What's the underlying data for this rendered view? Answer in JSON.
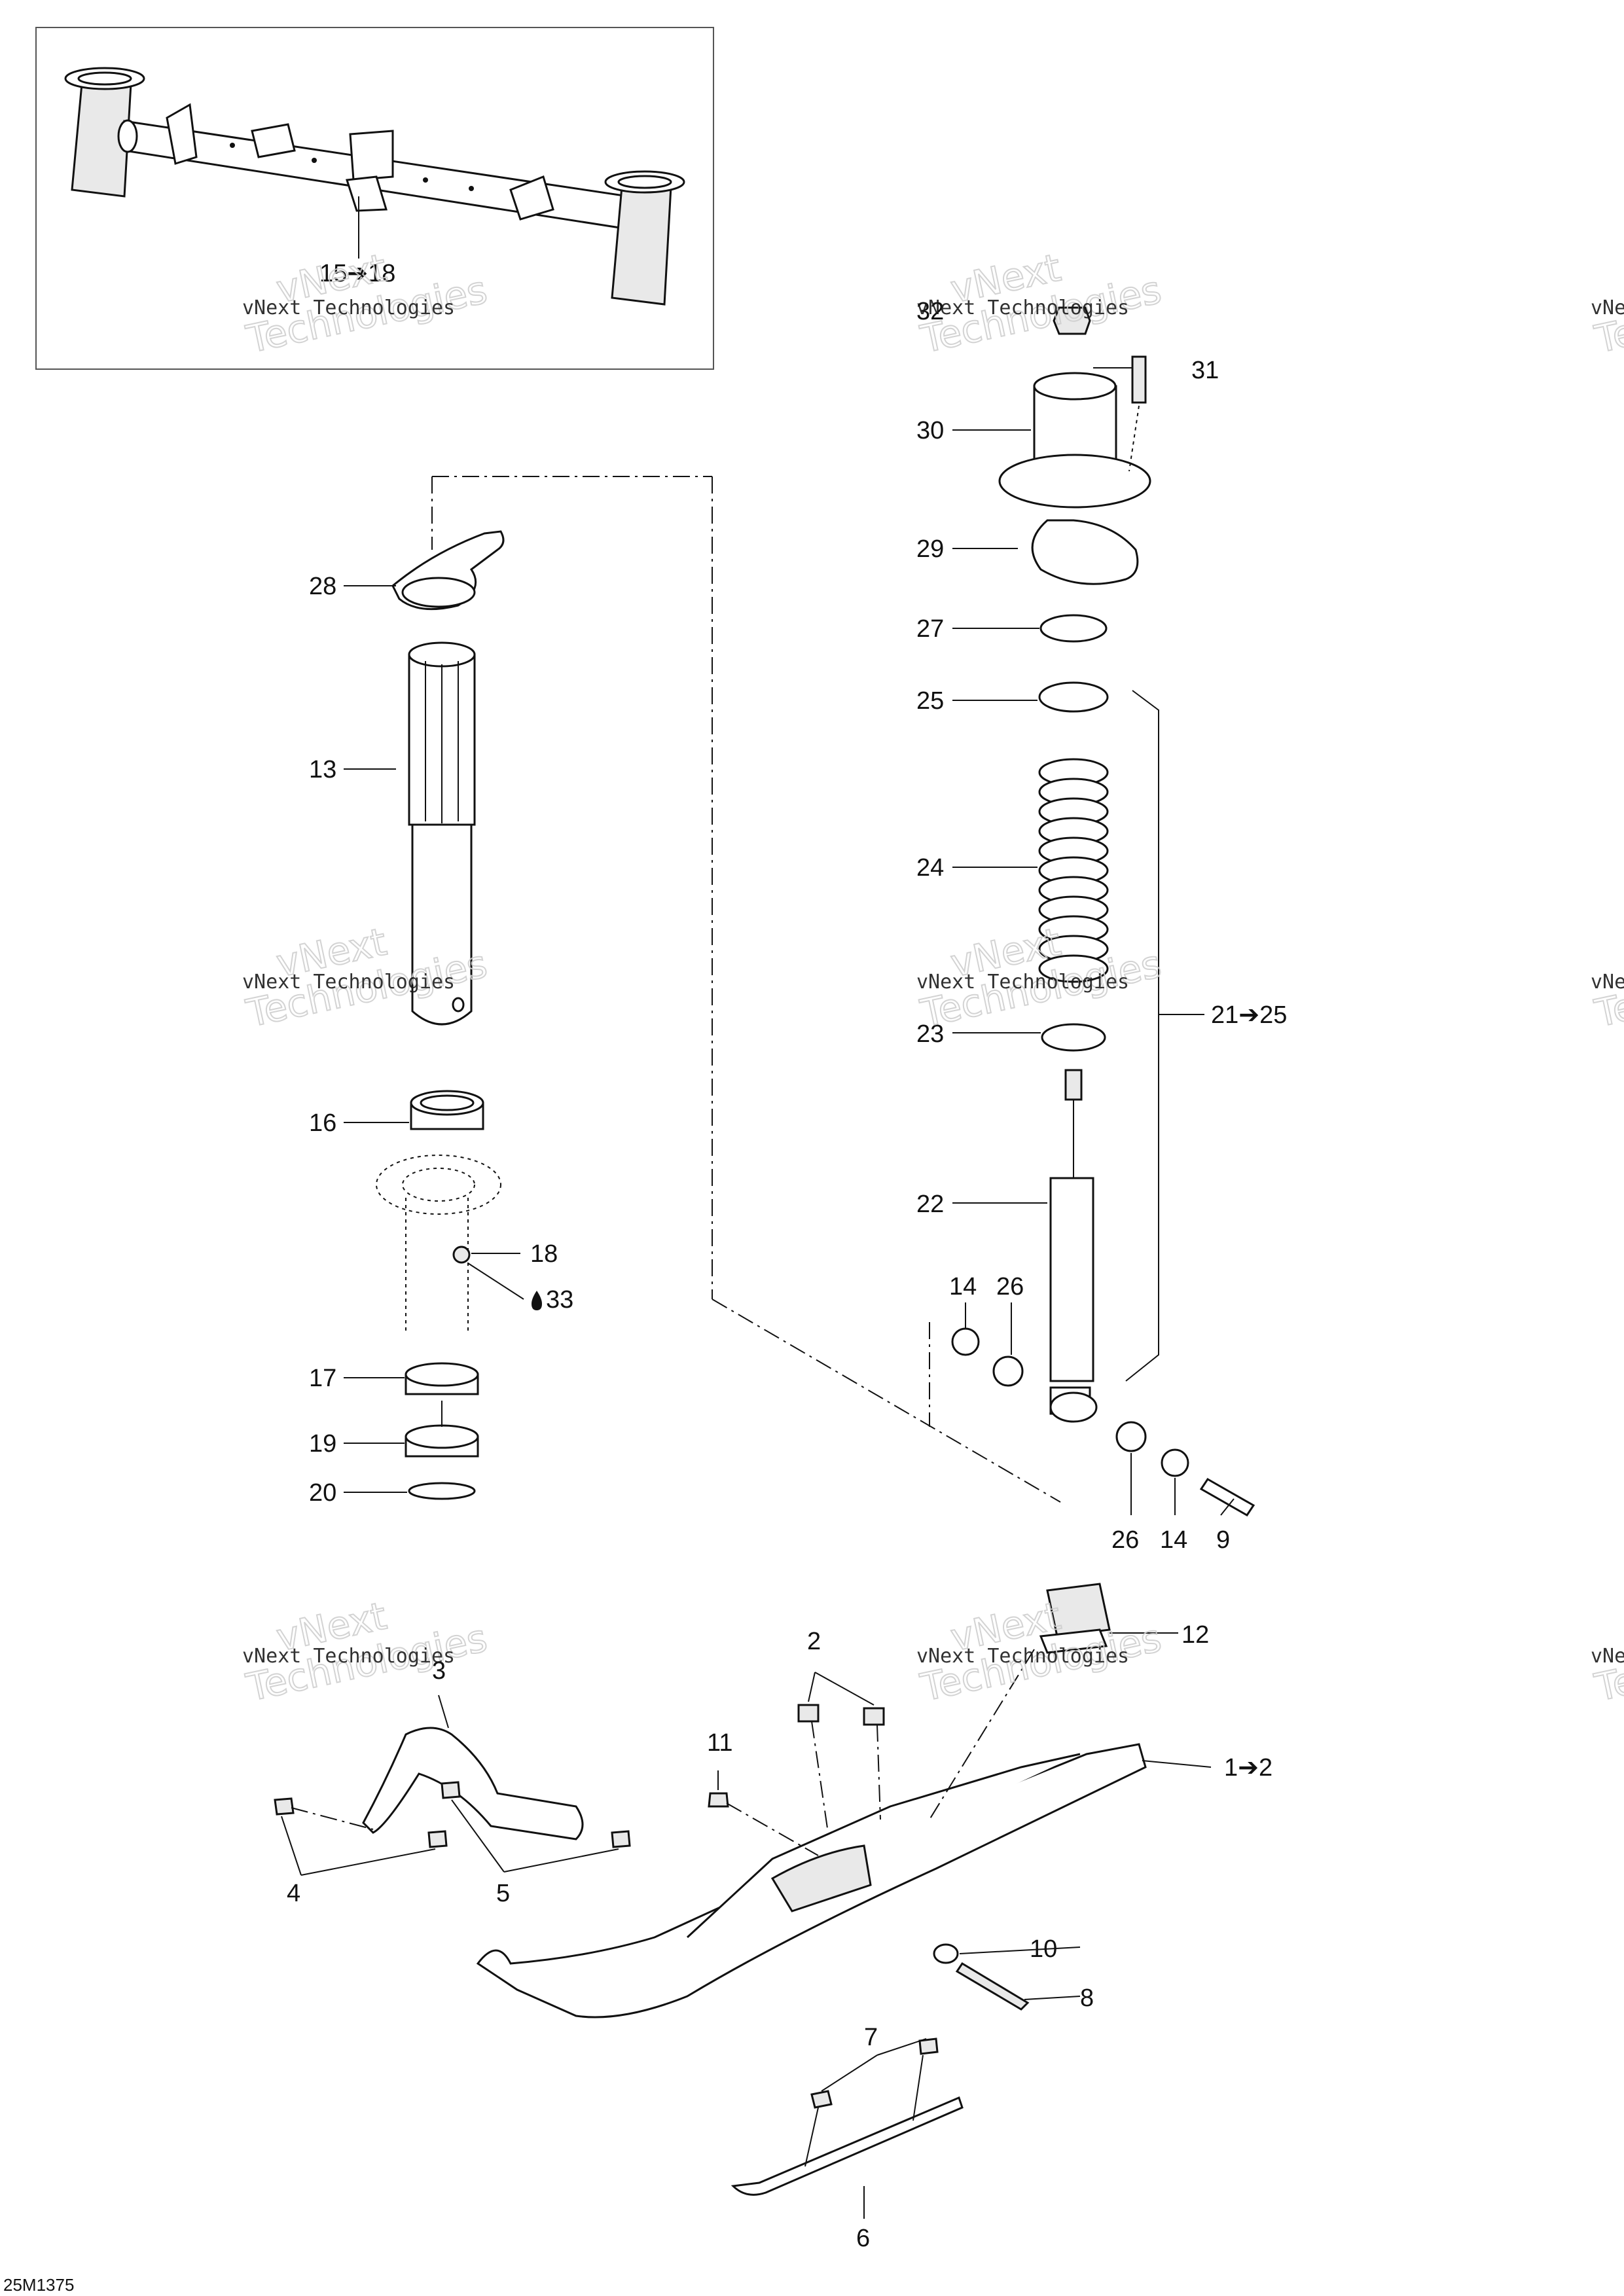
{
  "callouts": {
    "c1_2": "1➔2",
    "c2": "2",
    "c3": "3",
    "c4": "4",
    "c5": "5",
    "c6": "6",
    "c7": "7",
    "c8": "8",
    "c9": "9",
    "c10": "10",
    "c11": "11",
    "c12": "12",
    "c13": "13",
    "c14a": "14",
    "c14b": "14",
    "c15_18": "15➔18",
    "c16": "16",
    "c17": "17",
    "c18": "18",
    "c19": "19",
    "c20": "20",
    "c21_25": "21➔25",
    "c22": "22",
    "c23": "23",
    "c24": "24",
    "c25": "25",
    "c26a": "26",
    "c26b": "26",
    "c27": "27",
    "c28": "28",
    "c29": "29",
    "c30": "30",
    "c31": "31",
    "c32": "32",
    "c33": "33"
  },
  "watermark": {
    "line1": "vNext Technologies",
    "line2": "vNext",
    "line3": "Technologies"
  },
  "diagram_code": "25M1375",
  "icons": {
    "lubricant": "oil-drop-icon"
  }
}
